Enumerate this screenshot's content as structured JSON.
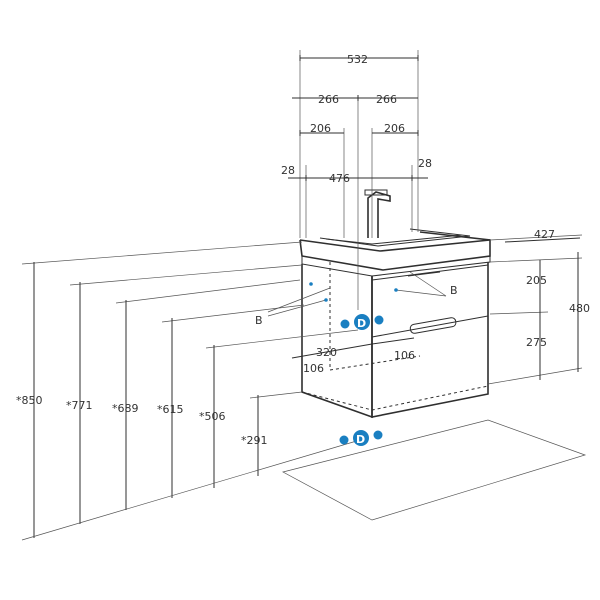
{
  "dimensions": {
    "top_width": "532",
    "half_left": "266",
    "half_right": "266",
    "offset_left": "206",
    "offset_right": "206",
    "edge_left": "28",
    "edge_right": "28",
    "basin_width": "476",
    "depth": "427",
    "drawer_top": "205",
    "drawer_bottom": "275",
    "cabinet_height": "480",
    "bracket_span": "320",
    "bracket_left": "106",
    "bracket_right": "106"
  },
  "heights": [
    {
      "label": "*850"
    },
    {
      "label": "*771"
    },
    {
      "label": "*689"
    },
    {
      "label": "*615"
    },
    {
      "label": "*506"
    },
    {
      "label": "*291"
    }
  ],
  "labels": {
    "b_left": "B",
    "b_right": "B",
    "d_main": "D",
    "d_floor": "D"
  },
  "colors": {
    "accent": "#1a7fc1",
    "line": "#2f2f2f"
  },
  "icons": {
    "connection_marker": "blue-circle-marker"
  }
}
